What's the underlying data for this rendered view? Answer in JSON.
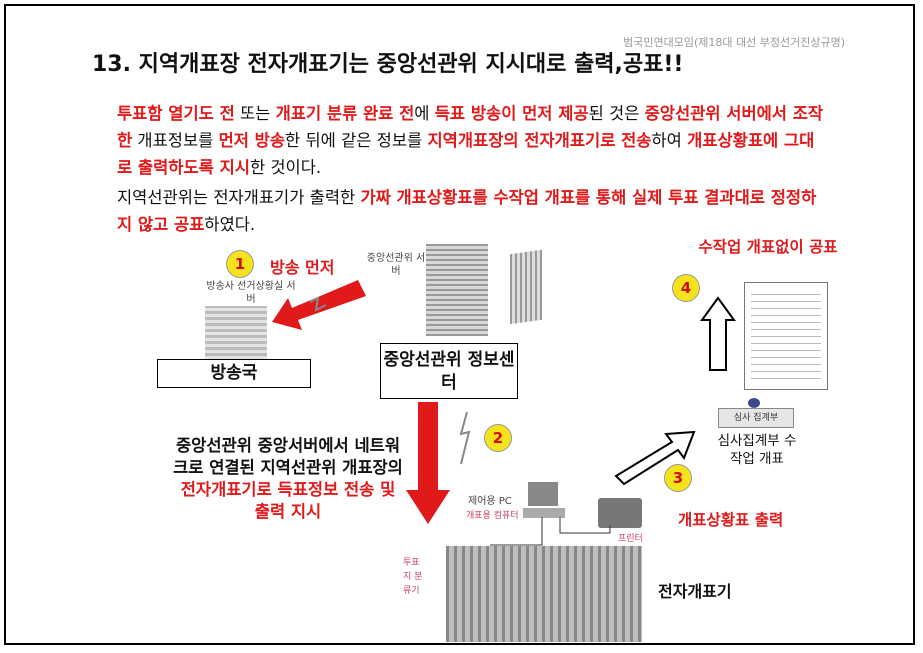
{
  "watermark": "범국민연대모임(제18대 대선 부정선거진상규명)",
  "title": "13. 지역개표장 전자개표기는 중앙선관위 지시대로 출력,공표!!",
  "para1": [
    {
      "t": "투표함 열기도 전",
      "r": true
    },
    {
      "t": " 또는 ",
      "r": false
    },
    {
      "t": "개표기 분류 완료 전",
      "r": true
    },
    {
      "t": "에 ",
      "r": false
    },
    {
      "t": "득표 방송이 먼저 제공",
      "r": true
    },
    {
      "t": "된 것은 ",
      "r": false
    },
    {
      "t": "중앙선관위 서버에서 조작한",
      "r": true
    },
    {
      "t": " 개표정보를 ",
      "r": false
    },
    {
      "t": "먼저 방송",
      "r": true
    },
    {
      "t": "한 뒤에 같은 정보를 ",
      "r": false
    },
    {
      "t": "지역개표장의 전자개표기로 전송",
      "r": true
    },
    {
      "t": "하여 ",
      "r": false
    },
    {
      "t": "개표상황표에 그대로 출력하도록 지시",
      "r": true
    },
    {
      "t": "한 것이다.",
      "r": false
    }
  ],
  "para2": [
    {
      "t": "지역선관위는 전자개표기가 출력한 ",
      "r": false
    },
    {
      "t": "가짜 개표상황표를 수작업 개표를 통해 실제 투표 결과대로 정정하지 않고 공표",
      "r": true
    },
    {
      "t": "하였다.",
      "r": false
    }
  ],
  "diagram": {
    "step1_num": "1",
    "step1_label": "방송 먼저",
    "broadcaster_caption": "방송사 선거상황실 서버",
    "broadcaster_box": "방송국",
    "server_caption": "중앙선관위 서버",
    "nec_box": "중앙선관위 정보센터",
    "step2_num": "2",
    "step2_text_parts": [
      {
        "t": "중앙선관위 중앙서버에서 네트워크로 연결된 지역선관위 개표장의 ",
        "r": false
      },
      {
        "t": "전자개표기로 득표정보 전송 및 출력 지시",
        "r": true
      }
    ],
    "pc_caption": "제어용 PC",
    "pc_handwriting": "개표용 컴퓨터",
    "printer_handwriting": "프린터",
    "machine_handwriting": "투표지 분류기",
    "machine_label": "전자개표기",
    "step3_num": "3",
    "step3_label": "개표상황표 출력",
    "review_sign": "심사 집계부",
    "review_label": "심사집계부 수작업 개표",
    "step4_num": "4",
    "step4_label": "수작업 개표없이 공표",
    "colors": {
      "red": "#e01a1a",
      "badge": "#f4e21b"
    }
  }
}
